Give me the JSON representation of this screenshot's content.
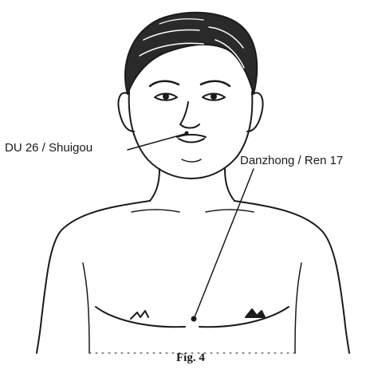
{
  "labels": {
    "du26": "DU 26 / Shuigou",
    "ren17": "Danzhong / Ren 17"
  },
  "caption": "Fig. 4",
  "colors": {
    "ink": "#1a1a1a",
    "paper": "#ffffff"
  }
}
